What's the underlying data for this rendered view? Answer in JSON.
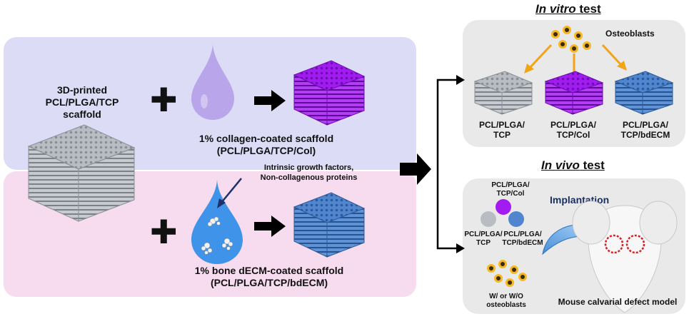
{
  "left": {
    "scaffold_label_lines": [
      "3D-printed",
      "PCL/PLGA/TCP",
      "scaffold"
    ],
    "collagen_caption": [
      "1% collagen-coated scaffold",
      "(PCL/PLGA/TCP/Col)"
    ],
    "dECM_caption": [
      "1% bone dECM-coated scaffold",
      "(PCL/PLGA/TCP/bdECM)"
    ],
    "dECM_note": [
      "Intrinsic growth factors,",
      "Non-collagenous proteins"
    ]
  },
  "invitro": {
    "title_italic": "In vitro",
    "title_plain": " test",
    "cells_label": "Osteoblasts",
    "scaffolds": [
      [
        "PCL/PLGA/",
        "TCP"
      ],
      [
        "PCL/PLGA/",
        "TCP/Col"
      ],
      [
        "PCL/PLGA/",
        "TCP/bdECM"
      ]
    ]
  },
  "invivo": {
    "title_italic": "In vivo",
    "title_plain": " test",
    "disc_labels": {
      "col": [
        "PCL/PLGA/",
        "TCP/Col"
      ],
      "tcp": [
        "PCL/PLGA/",
        "TCP"
      ],
      "bdecm": [
        "PCL/PLGA/",
        "TCP/bdECM"
      ]
    },
    "implantation": "Implantation",
    "cells_label": [
      "W/ or W/O",
      "osteoblasts"
    ],
    "model_label": "Mouse calvarial defect model"
  },
  "colors": {
    "gray_scaffold": "#b9bdc3",
    "purple_scaffold": "#a21cf2",
    "blue_scaffold": "#4f86cf",
    "collagen_drop": "#b9a6ea",
    "dECM_drop": "#3f93e8",
    "arrow_orange": "#f2a419",
    "defect_red": "#d81f26"
  }
}
